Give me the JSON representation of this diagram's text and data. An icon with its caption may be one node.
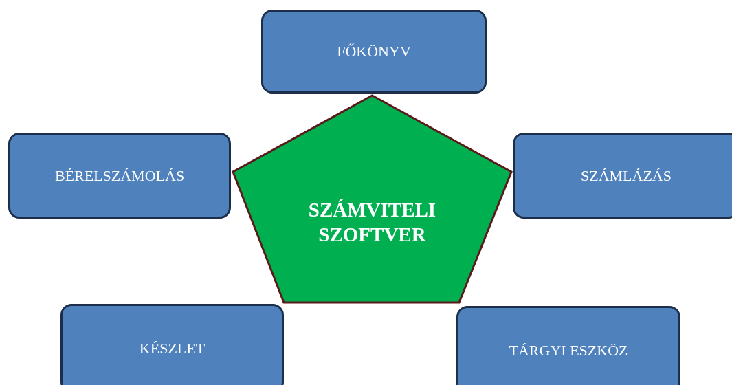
{
  "diagram": {
    "nodes": [
      {
        "text": [
          "FŐKÖNYV"
        ]
      },
      {
        "text": [
          "BÉRELSZÁMOLÁS"
        ]
      },
      {
        "text": [
          "SZÁMVITELI SZOFTVER"
        ]
      },
      {
        "text": [
          "SZÁMLÁZÁS"
        ]
      },
      {
        "text": [
          "KÉSZLET"
        ]
      },
      {
        "text": [
          "TÁRGYI ESZKÖZ"
        ]
      }
    ]
  }
}
